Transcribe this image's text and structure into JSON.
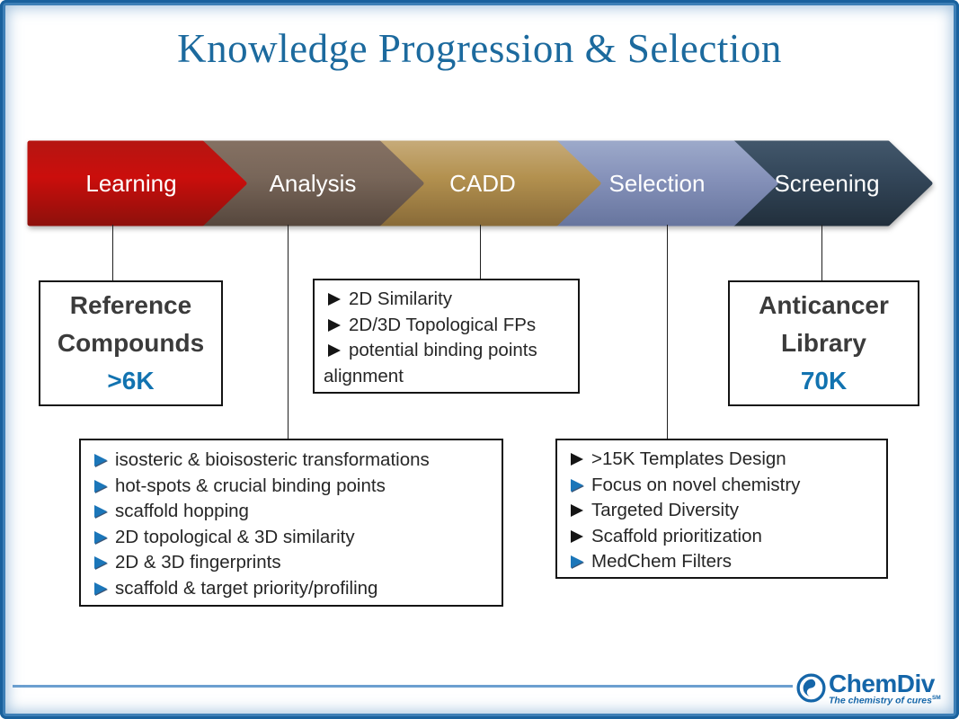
{
  "title": "Knowledge Progression & Selection",
  "chevrons": [
    {
      "label": "Learning",
      "top": "#b61511",
      "mid": "#cb0e0c",
      "bottom": "#8f100c"
    },
    {
      "label": "Analysis",
      "top": "#847062",
      "mid": "#786659",
      "bottom": "#57483e"
    },
    {
      "label": "CADD",
      "top": "#c5a977",
      "mid": "#b3914f",
      "bottom": "#8a6c39"
    },
    {
      "label": "Selection",
      "top": "#9ba8c9",
      "mid": "#8692ba",
      "bottom": "#68769f"
    },
    {
      "label": "Screening",
      "top": "#41566a",
      "mid": "#334659",
      "bottom": "#22303d"
    }
  ],
  "boxes": {
    "reference": {
      "lines": [
        "Reference",
        "Compounds"
      ],
      "value": ">6K"
    },
    "cadd": {
      "items": [
        {
          "text": "2D Similarity",
          "bullet": "black"
        },
        {
          "text": "2D/3D Topological FPs",
          "bullet": "black"
        },
        {
          "text": "potential binding points alignment",
          "bullet": "black"
        }
      ]
    },
    "anticancer": {
      "lines": [
        "Anticancer",
        "Library"
      ],
      "value": "70K"
    },
    "analysis": {
      "items": [
        {
          "text": "isosteric & bioisosteric transformations",
          "bullet": "blue"
        },
        {
          "text": "hot-spots & crucial binding points",
          "bullet": "blue"
        },
        {
          "text": "scaffold hopping",
          "bullet": "blue"
        },
        {
          "text": "2D topological & 3D similarity",
          "bullet": "blue"
        },
        {
          "text": "2D & 3D fingerprints",
          "bullet": "blue"
        },
        {
          "text": "scaffold & target priority/profiling",
          "bullet": "blue"
        }
      ]
    },
    "selection": {
      "items": [
        {
          "text": ">15K Templates Design",
          "bullet": "black"
        },
        {
          "text": "Focus on novel chemistry",
          "bullet": "blue"
        },
        {
          "text": "Targeted Diversity",
          "bullet": "black"
        },
        {
          "text": "Scaffold prioritization",
          "bullet": "black"
        },
        {
          "text": "MedChem Filters",
          "bullet": "blue"
        }
      ]
    }
  },
  "footer": {
    "brand": "ChemDiv",
    "tagline": "The chemistry of cures",
    "tagline_mark": "SM"
  },
  "colors": {
    "title_blue": "#1c6a9e",
    "value_blue": "#1273b0",
    "bullet_blue": "#1b76b9",
    "rule_blue": "#6b9fd0",
    "brand_blue": "#1566a9"
  }
}
